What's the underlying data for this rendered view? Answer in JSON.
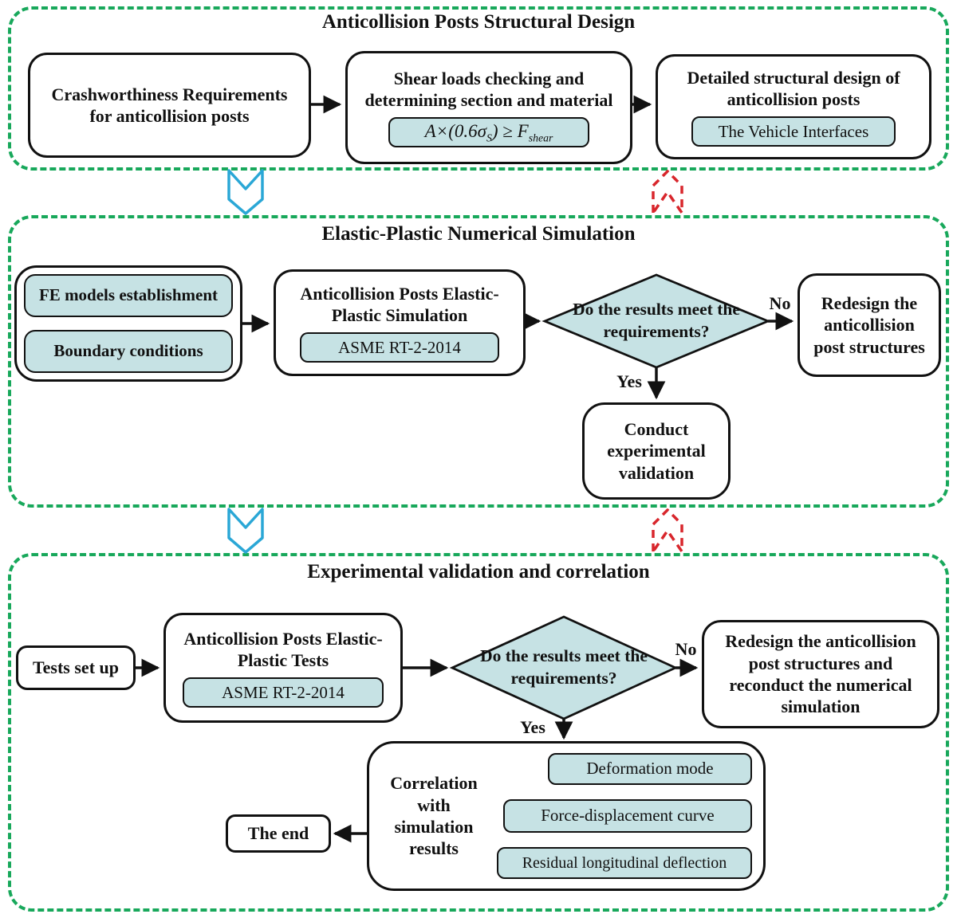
{
  "colors": {
    "section_border_green": "#18a85b",
    "teal_fill": "#c6e2e4",
    "flow_black": "#111111",
    "chevron_blue": "#2aa7d6",
    "loop_red": "#d8262c"
  },
  "sections": {
    "design": {
      "title": "Anticollision Posts Structural Design",
      "crashworthiness_label": "Crashworthiness Requirements for anticollision posts",
      "shear_label": "Shear loads checking and determining section and material",
      "formula": {
        "p1": "A×(0.6σ",
        "sub1": "S",
        "p2": ") ≥ F",
        "sub2": "shear"
      },
      "detailed_label": "Detailed structural design of anticollision posts",
      "vehicle_interfaces_label": "The Vehicle Interfaces"
    },
    "simulation": {
      "title": "Elastic-Plastic Numerical Simulation",
      "fe_models_label": "FE models establishment",
      "boundary_label": "Boundary conditions",
      "sim_label": "Anticollision Posts Elastic-Plastic Simulation",
      "asme_label": "ASME RT-2-2014",
      "decision_label": "Do the results meet the requirements?",
      "no_label": "No",
      "yes_label": "Yes",
      "redesign_label": "Redesign the anticollision post structures",
      "conduct_label": "Conduct experimental validation"
    },
    "validation": {
      "title": "Experimental validation and correlation",
      "tests_setup_label": "Tests set up",
      "tests_label": "Anticollision Posts Elastic-Plastic Tests",
      "asme_label": "ASME RT-2-2014",
      "decision_label": "Do the results meet the requirements?",
      "no_label": "No",
      "yes_label": "Yes",
      "redesign_label": "Redesign the anticollision post structures and reconduct the numerical simulation",
      "correlation_label": "Correlation with simulation results",
      "deformation_label": "Deformation mode",
      "force_curve_label": "Force-displacement curve",
      "residual_label": "Residual longitudinal deflection",
      "end_label": "The end"
    }
  }
}
